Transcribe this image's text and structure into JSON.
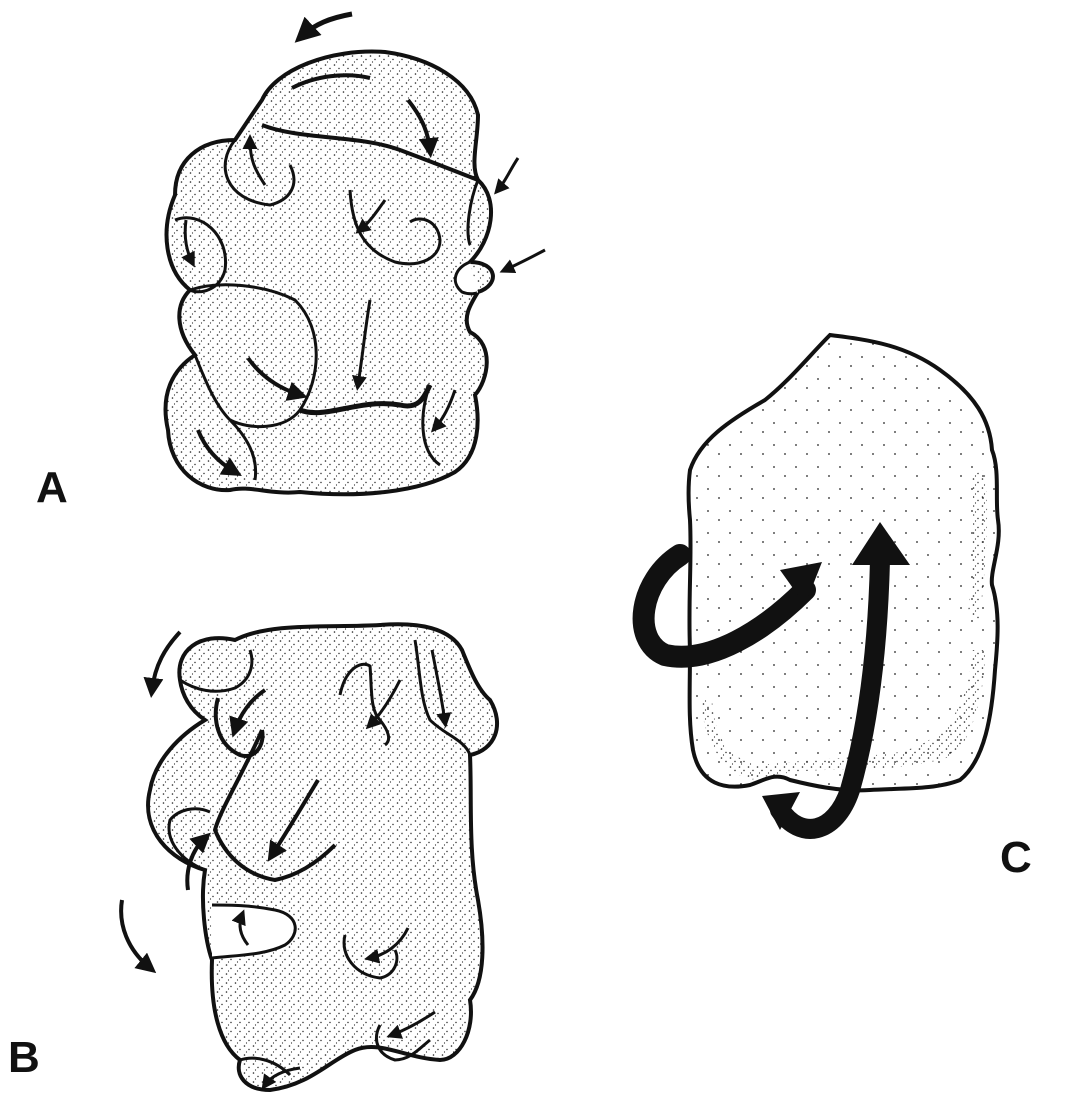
{
  "figure": {
    "panels": [
      {
        "id": "A",
        "label": "A"
      },
      {
        "id": "B",
        "label": "B"
      },
      {
        "id": "C",
        "label": "C"
      }
    ]
  },
  "colors": {
    "ink": "#111111",
    "paper": "#ffffff"
  }
}
